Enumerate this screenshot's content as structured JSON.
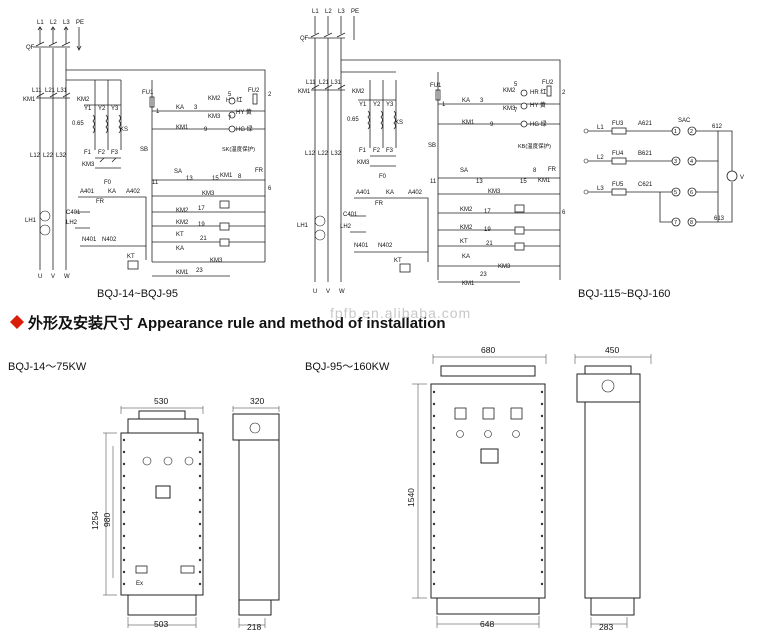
{
  "diagram_left": {
    "caption": "BQJ-14~BQJ-95",
    "supply": [
      "L1",
      "L2",
      "L3",
      "PE"
    ],
    "breaker": "QF",
    "terminals_in": [
      "L11",
      "L21",
      "L31"
    ],
    "contactor": "KM1",
    "contactor2": "KM2",
    "fuse1": "FU1",
    "fuse2": "FU2",
    "autotransformer_taps": [
      "Y1",
      "Y2",
      "Y3"
    ],
    "tap_ratio": "0.65",
    "ks": "KS",
    "winding_labels": [
      "F1",
      "F2",
      "F3"
    ],
    "km3": "KM3",
    "lower_terminals": [
      "L12",
      "L22",
      "L32"
    ],
    "f0": "F0",
    "sb": "SB",
    "a401": "A401",
    "ka": "KA",
    "a402": "A402",
    "fr": "FR",
    "c401": "C401",
    "lh1": "LH1",
    "lh2": "LH2",
    "n401": "N401",
    "n402": "N402",
    "kt": "KT",
    "motor_phases": [
      "U",
      "V",
      "W"
    ],
    "lamps": [
      "HR 红",
      "HY 黄",
      "HG 绿"
    ],
    "sk": "SK(温度保护)",
    "sa": "SA",
    "node_nums": [
      "1",
      "3",
      "5",
      "7",
      "9",
      "11",
      "13",
      "15",
      "17",
      "19",
      "21",
      "23",
      "6",
      "8",
      "2"
    ],
    "fr_right": "FR"
  },
  "diagram_mid": {
    "caption": "BQJ-115~BQJ-160",
    "supply": [
      "L1",
      "L2",
      "L3",
      "PE"
    ],
    "breaker": "QF",
    "terminals_in": [
      "L11",
      "L21",
      "L31"
    ],
    "km1": "KM1",
    "km2": "KM2",
    "fu1": "FU1",
    "fu2": "FU2",
    "taps": [
      "Y1",
      "Y2",
      "Y3"
    ],
    "tap_ratio": "0.65",
    "ks": "KS",
    "winding_labels": [
      "F1",
      "F2",
      "F3"
    ],
    "km3": "KM3",
    "lower_terminals": [
      "L12",
      "L22",
      "L32"
    ],
    "f0": "F0",
    "sb": "SB",
    "a401": "A401",
    "ka": "KA",
    "a402": "A402",
    "fr": "FR",
    "c401": "C401",
    "lh1": "LH1",
    "lh2": "LH2",
    "n401": "N401",
    "n402": "N402",
    "kt": "KT",
    "motor_phases": [
      "U",
      "V",
      "W"
    ],
    "lamps": [
      "HR 红",
      "HY 黄",
      "HG 绿"
    ],
    "kb": "KB(温度保护)",
    "sa": "SA",
    "node_nums": [
      "1",
      "3",
      "5",
      "7",
      "9",
      "11",
      "13",
      "15",
      "17",
      "19",
      "21",
      "23",
      "6",
      "8",
      "2"
    ],
    "fr_right": "FR"
  },
  "diagram_right": {
    "phases": [
      "L1",
      "L2",
      "L3"
    ],
    "fuses": [
      "FU3",
      "FU4",
      "FU5"
    ],
    "wires": [
      "A621",
      "B621",
      "C621"
    ],
    "sac": "SAC",
    "node_labels": [
      "1",
      "2",
      "3",
      "4",
      "5",
      "6",
      "7",
      "8"
    ],
    "n612": "612",
    "n613": "613",
    "voltmeter": "V"
  },
  "section_heading": "外形及安装尺寸 Appearance rule and method of installation",
  "watermark": "fpfb.en.alibaba.com",
  "group_left": {
    "caption": "BQJ-14～75KW",
    "front": {
      "width_top": "530",
      "height_outer": "1254",
      "height_inner": "980",
      "width_bottom": "503",
      "ex_label": "Ex"
    },
    "side": {
      "width_top": "320",
      "width_bottom": "218"
    }
  },
  "group_right": {
    "caption": "BQJ-95～160KW",
    "front": {
      "width_top": "680",
      "height": "1540",
      "width_bottom": "648"
    },
    "side": {
      "width_top": "450",
      "width_bottom": "283"
    }
  }
}
